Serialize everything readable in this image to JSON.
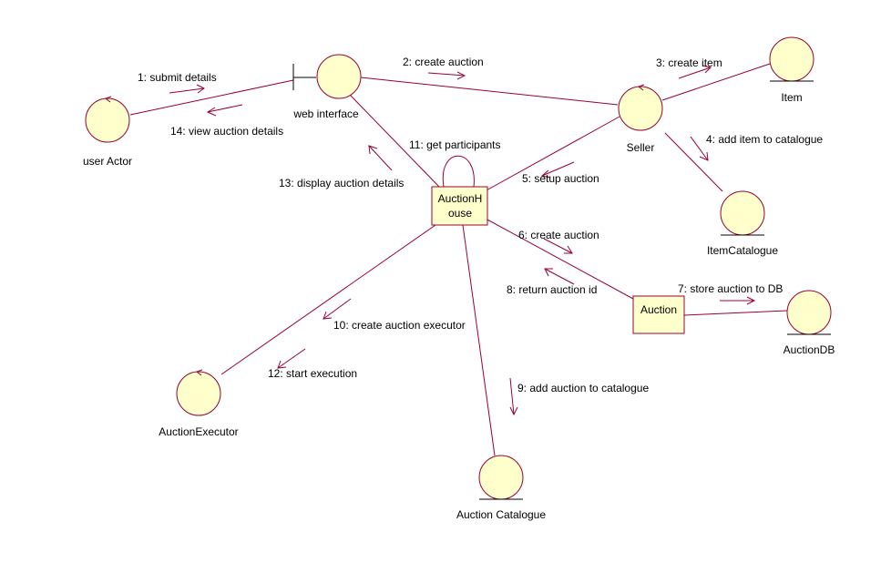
{
  "colors": {
    "node_fill": "#ffffcc",
    "line": "#990033",
    "text": "#000000",
    "background": "#ffffff"
  },
  "nodes": {
    "user_actor": {
      "label": "user Actor",
      "kind": "control"
    },
    "web_interface": {
      "label": "web interface",
      "kind": "boundary"
    },
    "seller": {
      "label": "Seller",
      "kind": "control"
    },
    "item": {
      "label": "Item",
      "kind": "entity"
    },
    "item_catalogue": {
      "label": "ItemCatalogue",
      "kind": "entity"
    },
    "auction_house": {
      "label_line1": "AuctionH",
      "label_line2": "ouse",
      "kind": "object"
    },
    "auction": {
      "label": "Auction",
      "kind": "object"
    },
    "auction_db": {
      "label": "AuctionDB",
      "kind": "entity"
    },
    "auction_executor": {
      "label": "AuctionExecutor",
      "kind": "control"
    },
    "auction_catalogue": {
      "label": "Auction Catalogue",
      "kind": "entity"
    }
  },
  "messages": {
    "m1": "1: submit details",
    "m2": "2: create auction",
    "m3": "3: create item",
    "m4": "4: add item to catalogue",
    "m5": "5: setup auction",
    "m6": "6: create auction",
    "m7": "7: store auction to DB",
    "m8": "8: return auction id",
    "m9": "9: add auction to catalogue",
    "m10": "10: create auction executor",
    "m11": "11: get participants",
    "m12": "12: start execution",
    "m13": "13: display auction details",
    "m14": "14: view auction details"
  }
}
